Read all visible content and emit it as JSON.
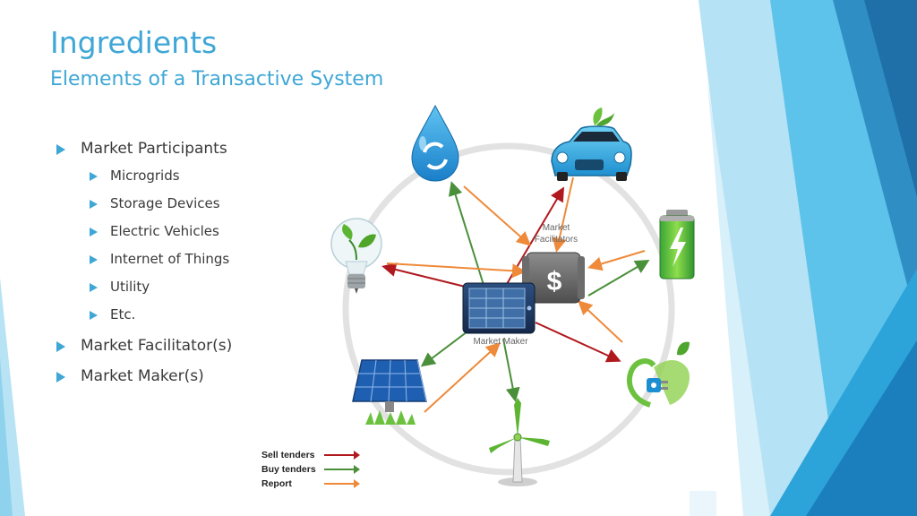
{
  "slide": {
    "title": "Ingredients",
    "subtitle": "Elements of a Transactive System"
  },
  "bullets": [
    {
      "label": "Market Participants",
      "level": 1
    },
    {
      "label": "Microgrids",
      "level": 2
    },
    {
      "label": "Storage Devices",
      "level": 2
    },
    {
      "label": "Electric Vehicles",
      "level": 2
    },
    {
      "label": "Internet of Things",
      "level": 2
    },
    {
      "label": "Utility",
      "level": 2
    },
    {
      "label": "Etc.",
      "level": 2
    },
    {
      "label": "Market Facilitator(s)",
      "level": 1
    },
    {
      "label": "Market Maker(s)",
      "level": 1
    }
  ],
  "diagram": {
    "facilitators_label_line1": "Market",
    "facilitators_label_line2": "Facilitators",
    "market_maker_label": "Market Maker",
    "icons": [
      "water-drop-icon",
      "electric-car-icon",
      "battery-icon",
      "lightbulb-icon",
      "plug-icon",
      "solar-panel-icon",
      "wind-turbine-icon",
      "dollar-server-icon",
      "trading-tablet-icon"
    ]
  },
  "legend": [
    {
      "label": "Sell tenders",
      "color": "#b0191e"
    },
    {
      "label": "Buy tenders",
      "color": "#4a8f3a"
    },
    {
      "label": "Report",
      "color": "#ee8a3a"
    }
  ],
  "colors": {
    "accent": "#3fa7d6",
    "sell": "#b0191e",
    "buy": "#4a8f3a",
    "report": "#ee8a3a"
  }
}
